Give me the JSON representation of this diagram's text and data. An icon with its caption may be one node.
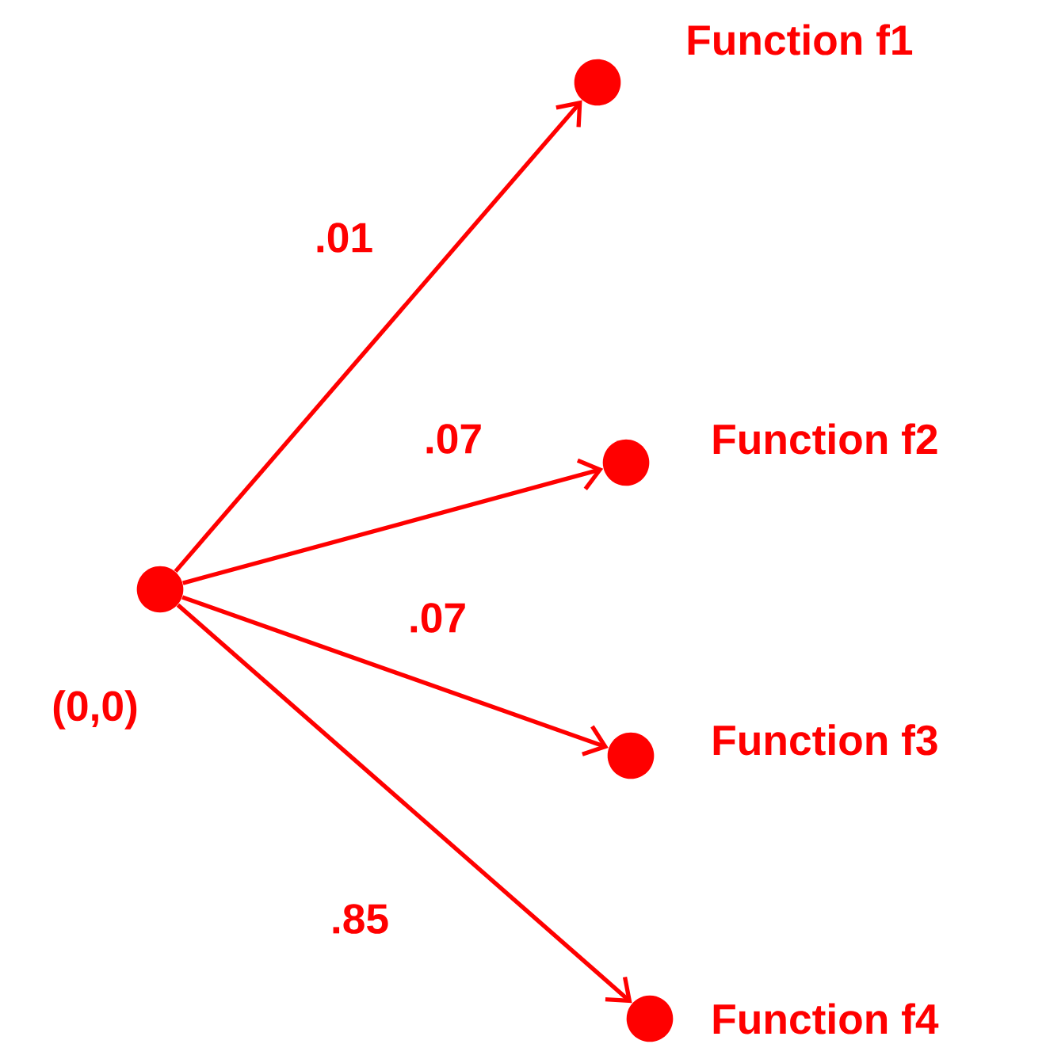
{
  "diagram": {
    "nodes": [
      {
        "text": [],
        "shape": "circle",
        "beside": [
          "(0,0)"
        ]
      },
      {
        "text": [],
        "shape": "circle",
        "beside": [
          "Function f1"
        ]
      },
      {
        "text": [],
        "shape": "circle",
        "beside": [
          "Function f2"
        ]
      },
      {
        "text": [],
        "shape": "circle",
        "beside": [
          "Function f3"
        ]
      },
      {
        "text": [],
        "shape": "circle",
        "beside": [
          "Function f4"
        ]
      }
    ],
    "edges": [
      {
        "from": 0,
        "to": 1,
        "arrow": "to",
        "label": ".01"
      },
      {
        "from": 0,
        "to": 2,
        "arrow": "to",
        "label": ".07"
      },
      {
        "from": 0,
        "to": 3,
        "arrow": "to",
        "label": ".07"
      },
      {
        "from": 0,
        "to": 4,
        "arrow": "to",
        "label": ".85"
      }
    ]
  }
}
